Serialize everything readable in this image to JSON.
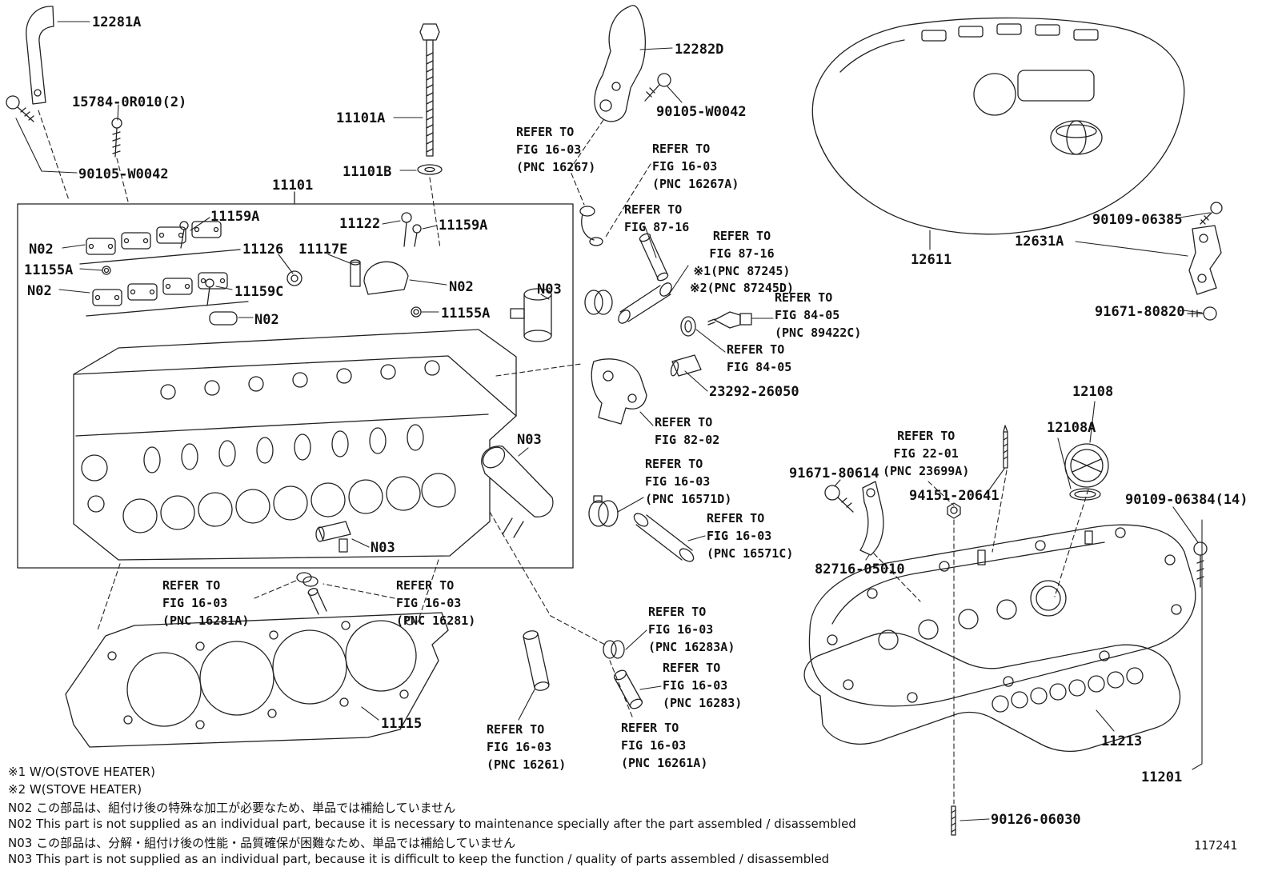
{
  "figure": {
    "number": "117241"
  },
  "labels": {
    "p12281A": "12281A",
    "p15784_0R010": "15784-0R010(2)",
    "p90105_W0042_left": "90105-W0042",
    "p11101A": "11101A",
    "p12282D": "12282D",
    "p90105_W0042_right": "90105-W0042",
    "p11101B": "11101B",
    "p11101": "11101",
    "ref_16267": "REFER TO\nFIG 16-03\n(PNC 16267)",
    "ref_16267A": "REFER TO\nFIG 16-03\n(PNC 16267A)",
    "p11159A_1": "11159A",
    "p11122": "11122",
    "p11159A_2": "11159A",
    "ref_8716_upper": "REFER TO\nFIG 87-16",
    "n02_1": "N02",
    "p11126": "11126",
    "p11117E": "11117E",
    "ref_8716_lower": "REFER TO\nFIG 87-16\n※1(PNC 87245)\n※2(PNC 87245D)",
    "p11155A_1": "11155A",
    "n02_2": "N02",
    "p11159C": "11159C",
    "n02_3": "N02",
    "n03_1": "N03",
    "ref_8405_89422C": "REFER TO\nFIG 84-05\n(PNC 89422C)",
    "n02_4": "N02",
    "p11155A_2": "11155A",
    "ref_8405": "REFER TO\nFIG 84-05",
    "p23292_26050": "23292-26050",
    "ref_8202": "REFER TO\nFIG 82-02",
    "n03_2": "N03",
    "p12611": "12611",
    "p12631A": "12631A",
    "p90109_06385": "90109-06385",
    "p91671_80820": "91671-80820",
    "p12108": "12108",
    "p12108A": "12108A",
    "ref_2201": "REFER TO\nFIG 22-01\n(PNC 23699A)",
    "p91671_80614": "91671-80614",
    "p94151_20641": "94151-20641",
    "p90109_06384": "90109-06384(14)",
    "ref_16571D": "REFER TO\nFIG 16-03\n(PNC 16571D)",
    "ref_16571C": "REFER TO\nFIG 16-03\n(PNC 16571C)",
    "n03_3": "N03",
    "p82716_05010": "82716-05010",
    "ref_16281A": "REFER TO\nFIG 16-03\n(PNC 16281A)",
    "ref_16281": "REFER TO\nFIG 16-03\n(PNC 16281)",
    "ref_16283A": "REFER TO\nFIG 16-03\n(PNC 16283A)",
    "ref_16283": "REFER TO\nFIG 16-03\n(PNC 16283)",
    "p11115": "11115",
    "ref_16261": "REFER TO\nFIG 16-03\n(PNC 16261)",
    "ref_16261A": "REFER TO\nFIG 16-03\n(PNC 16261A)",
    "p11213": "11213",
    "p11201": "11201",
    "p90126_06030": "90126-06030"
  },
  "notes": {
    "r1": "※1  W/O(STOVE HEATER)",
    "r2": "※2  W(STOVE HEATER)",
    "n02_jp": "N02  この部品は、組付け後の特殊な加工が必要なため、単品では補給していません",
    "n02_en": "N02  This part is not supplied as an individual part, because it is necessary to maintenance specially after the part assembled / disassembled",
    "n03_jp": "N03  この部品は、分解・組付け後の性能・品質確保が困難なため、単品では補給していません",
    "n03_en": "N03  This part is not supplied as an individual part, because it is difficult to keep the function / quality of parts  assembled / disassembled"
  }
}
